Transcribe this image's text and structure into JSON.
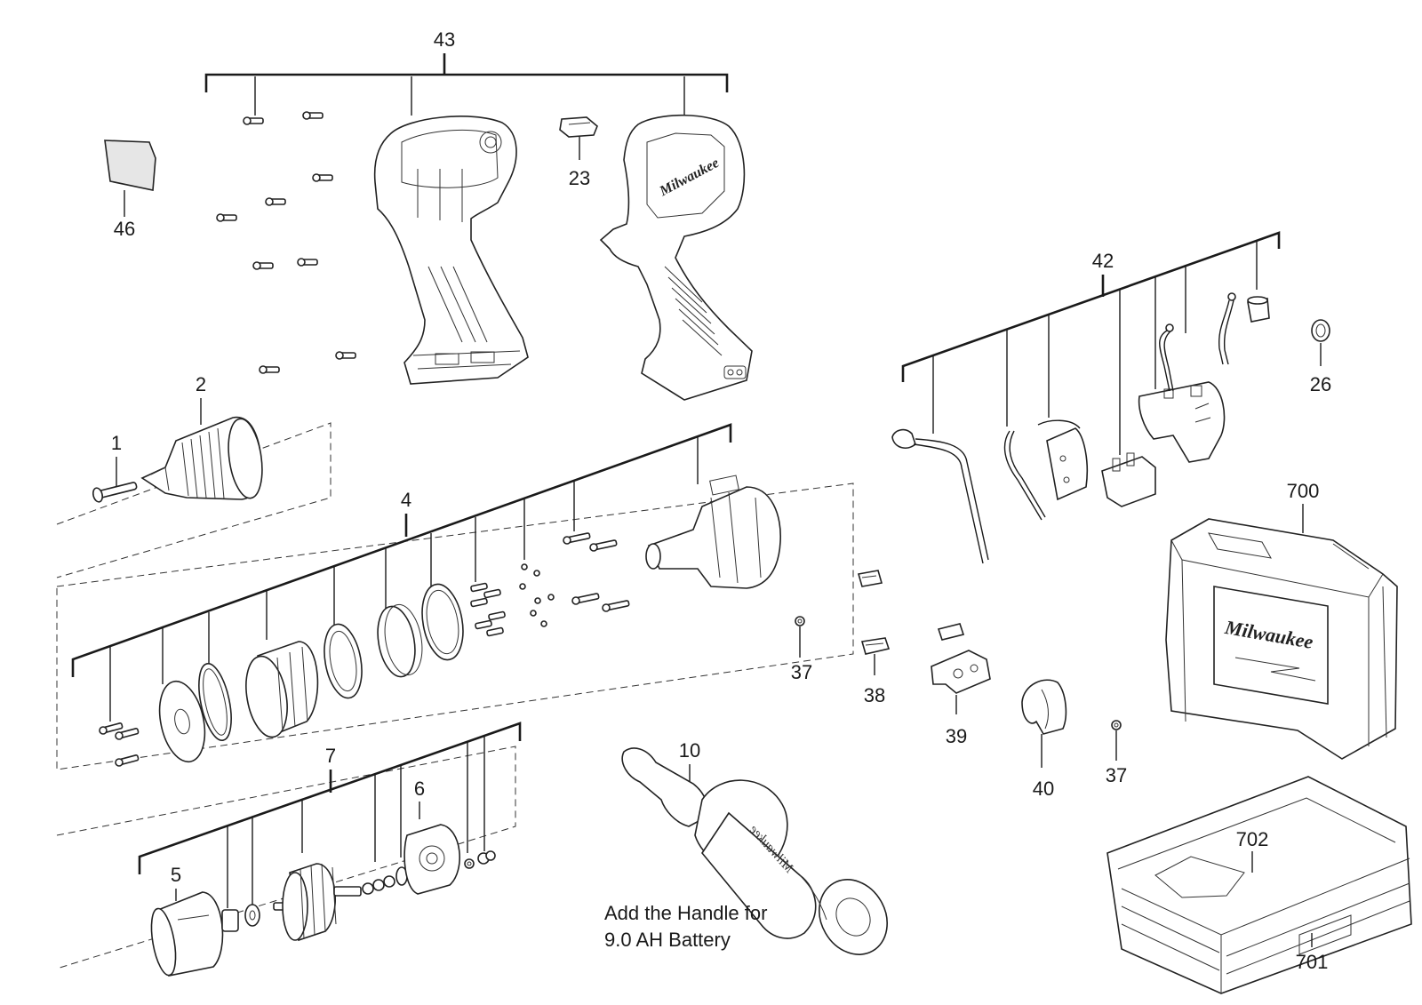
{
  "labels": {
    "p1": "1",
    "p2": "2",
    "p4": "4",
    "p5": "5",
    "p6": "6",
    "p7": "7",
    "p10": "10",
    "p23": "23",
    "p26": "26",
    "p37a": "37",
    "p37b": "37",
    "p38": "38",
    "p39": "39",
    "p40": "40",
    "p42": "42",
    "p43": "43",
    "p46": "46",
    "p700": "700",
    "p701": "701",
    "p702": "702"
  },
  "note": {
    "line1": "Add the Handle for",
    "line2": "9.0 AH Battery"
  },
  "brand": "Milwaukee"
}
